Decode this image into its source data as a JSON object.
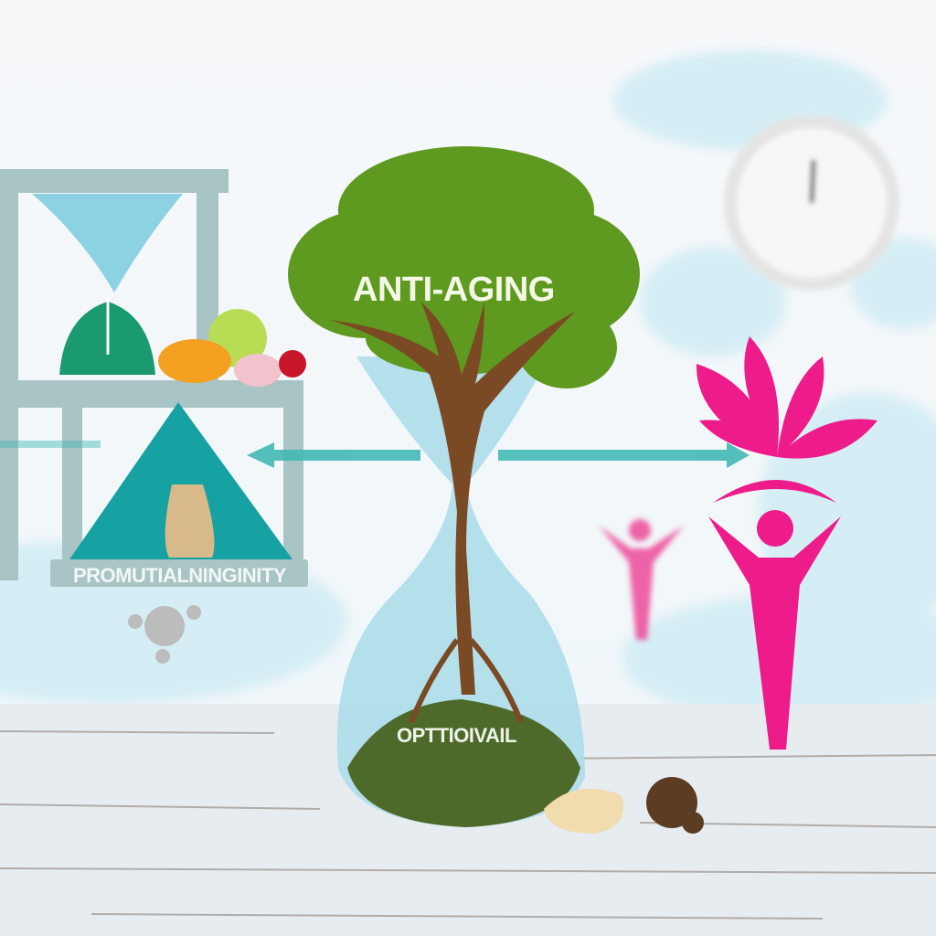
{
  "labels": {
    "tree_title": "ANTI-AGING",
    "shelf_banner": "PROMUTIALNINGINITY",
    "hourglass_base": "OPTTIOIVAIL"
  },
  "colors": {
    "sky": "#f4f8fa",
    "cloud": "#d6eef5",
    "tree_green": "#5e9a1f",
    "trunk": "#7a4a24",
    "glass": "#a9dbe8",
    "teal": "#1aa3a3",
    "pink": "#ee1c8a",
    "table": "#e8edef"
  }
}
